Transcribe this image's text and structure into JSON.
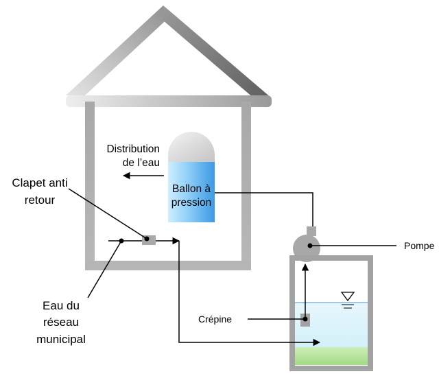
{
  "labels": {
    "distribution": [
      "Distribution",
      "de l’eau"
    ],
    "ballon": [
      "Ballon à",
      "pression"
    ],
    "clapet": [
      "Clapet anti",
      "retour"
    ],
    "eau_reseau": [
      "Eau du",
      "réseau",
      "municipal"
    ],
    "pompe": "Pompe",
    "crepine": "Crépine"
  },
  "colors": {
    "wall_dark": "#9a9a9a",
    "wall_light": "#e0e0e0",
    "tank_water_top": "#e6f6fd",
    "tank_water_bottom": "#cfeef9",
    "tank_bottom_green": "#a6dc8c",
    "ballon_blue_light": "#bfe6ff",
    "ballon_blue_dark": "#4fa8ec",
    "line": "#000000",
    "component_gray": "#a0a0a0",
    "level_line": "#6aa7d8"
  }
}
